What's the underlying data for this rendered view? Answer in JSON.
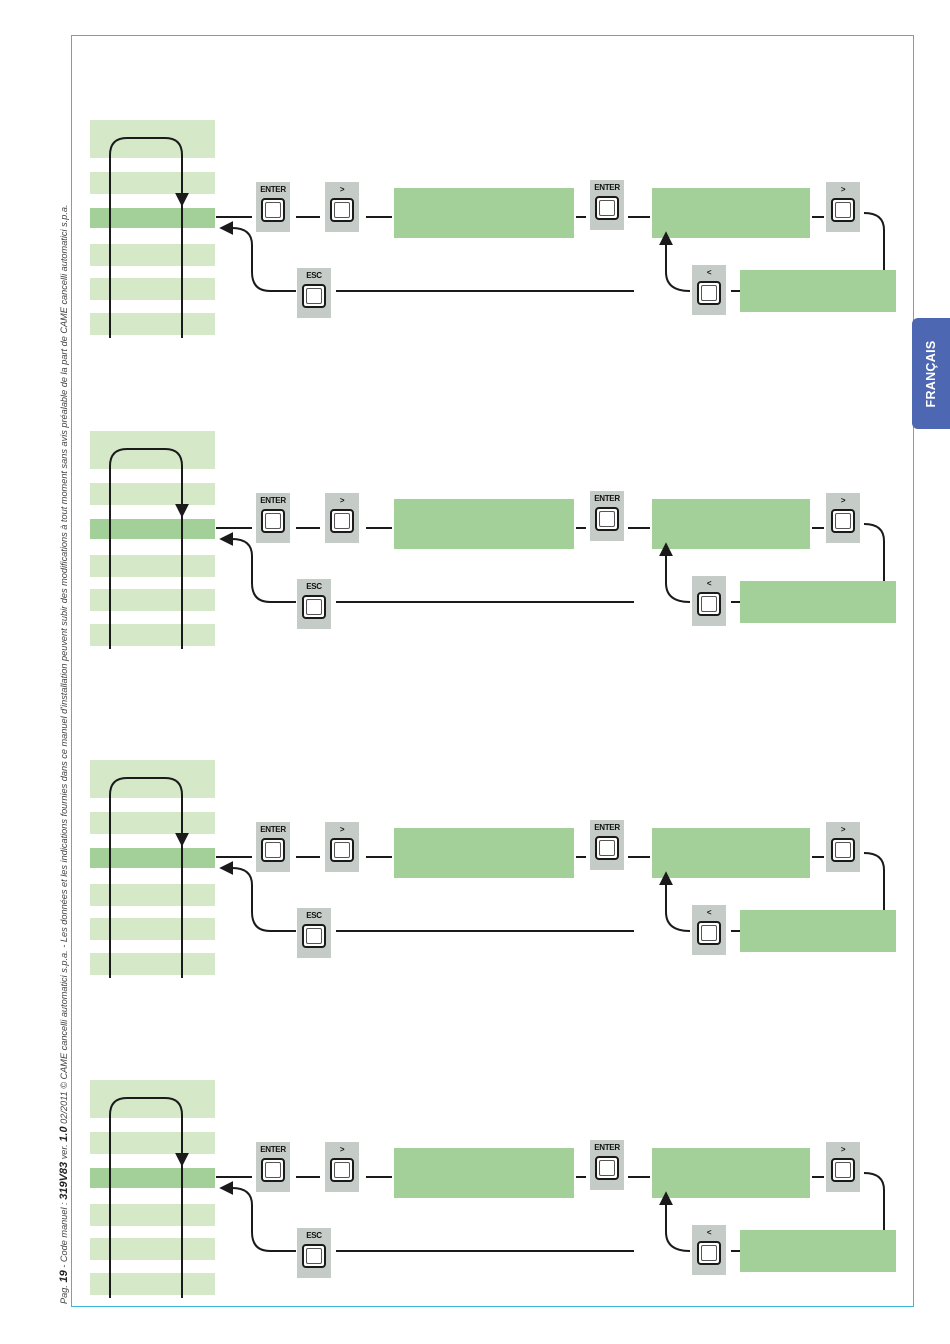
{
  "footer": {
    "pag_prefix": "Pag.",
    "page_number": "19",
    "manual_code_prefix": "- Code manuel :",
    "manual_code": "319V83",
    "version_prefix": "ver.",
    "version": "1.0",
    "copyright": "02/2011 © CAME cancelli automatici s.p.a. - Les données et les indications fournies dans ce manuel d'installation peuvent subir des modifications à tout moment sans avis préalable de la part de CAME cancelli automatici s.p.a."
  },
  "language_tab": {
    "label": "FRANÇAIS"
  },
  "keys": {
    "enter": "ENTER",
    "next": ">",
    "prev": "<",
    "esc": "ESC"
  },
  "colors": {
    "frame": "#3bb6dd",
    "display_green": "#a3cf98",
    "menu_row_light": "#d5e9c9",
    "key_grey": "#c5ccc8",
    "tab_blue": "#4d67b3"
  },
  "flows_count": 4
}
